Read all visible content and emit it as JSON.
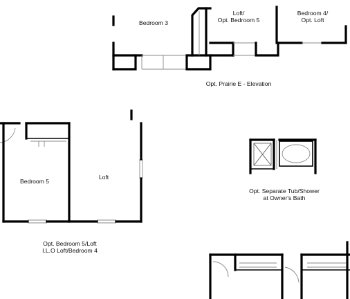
{
  "rooms": {
    "bedroom_3": "Bedroom 3",
    "loft_opt_bedroom5_line1": "Loft/",
    "loft_opt_bedroom5_line2": "Opt. Bedroom 5",
    "bedroom4_opt_loft_line1": "Bedroom 4/",
    "bedroom4_opt_loft_line2": "Opt. Loft",
    "bedroom_5": "Bedroom 5",
    "loft": "Loft"
  },
  "captions": {
    "prairie_elevation": "Opt. Prairie E - Elevation",
    "tub_shower_line1": "Opt. Separate Tub/Shower",
    "tub_shower_line2": "at Owner's Bath",
    "bedroom5_ilo_line1": "Opt. Bedroom 5/Loft",
    "bedroom5_ilo_line2": "I.L.O Loft/Bedroom 4"
  }
}
